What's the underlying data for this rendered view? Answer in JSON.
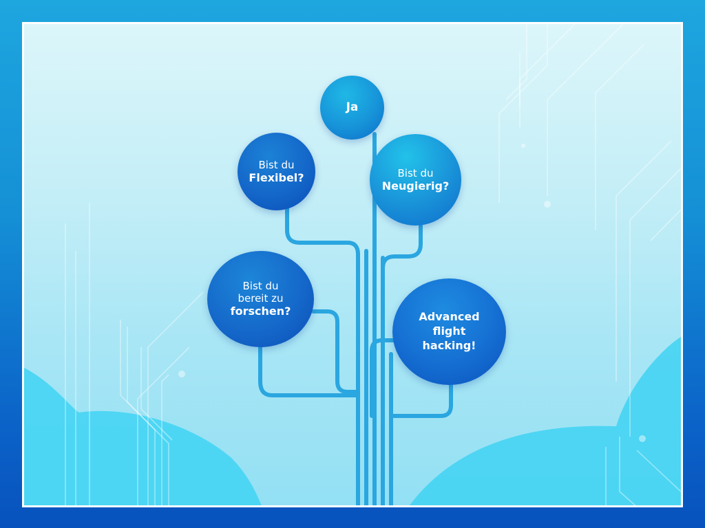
{
  "diagram": {
    "type": "decision-tree",
    "nodes": [
      {
        "id": "ja",
        "lines": [
          "Ja"
        ],
        "bold": [
          "Ja"
        ]
      },
      {
        "id": "flexibel",
        "light": "Bist du",
        "bold": "Flexibel?"
      },
      {
        "id": "neugierig",
        "light": "Bist du",
        "bold": "Neugierig?"
      },
      {
        "id": "forschen",
        "light1": "Bist du",
        "light2": "bereit zu",
        "bold": "forschen?"
      },
      {
        "id": "advanced",
        "bold1": "Advanced",
        "bold2": "flight",
        "bold3": "hacking!"
      }
    ],
    "edges": [
      [
        "trunk",
        "ja"
      ],
      [
        "trunk",
        "flexibel"
      ],
      [
        "trunk",
        "neugierig"
      ],
      [
        "trunk",
        "forschen"
      ],
      [
        "trunk",
        "advanced"
      ]
    ]
  },
  "colors": {
    "frame_top": "#1ea6df",
    "frame_bottom": "#0852bd",
    "panel_light": "#dcf6fa",
    "panel_dark": "#93e0f4",
    "node_blue": "#1467c9",
    "node_cyan": "#1fb8e6",
    "pipe": "#2aa6e0",
    "cloud": "#3dd2f2",
    "border": "#ffffff"
  }
}
